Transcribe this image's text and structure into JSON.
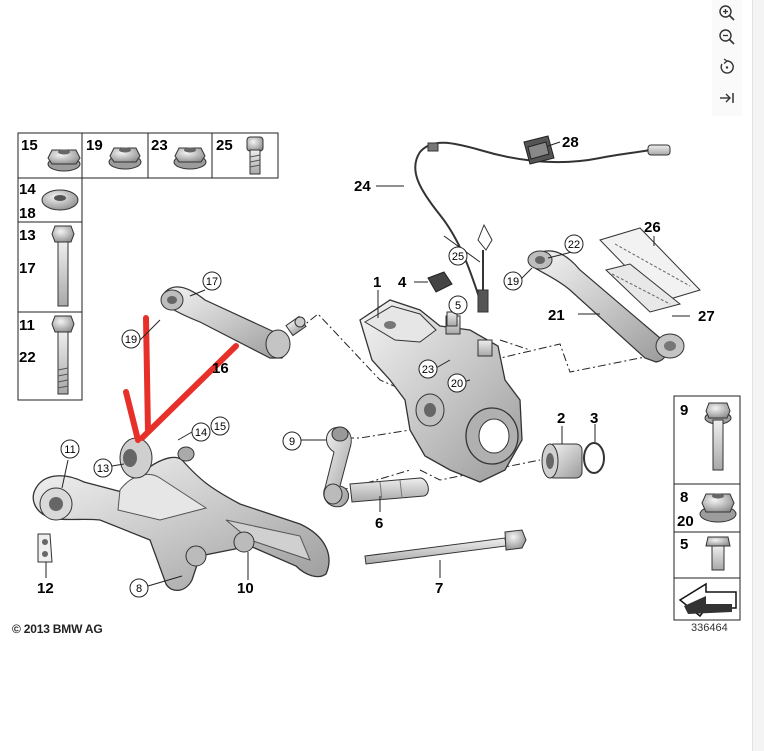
{
  "copyright": "© 2013 BMW AG",
  "diagram_number": "336464",
  "toolbar": {
    "zoom_in_icon": "zoom-in-icon",
    "zoom_out_icon": "zoom-out-icon",
    "rotate_icon": "rotate-icon",
    "expand_icon": "arrow-right-to-bar-icon"
  },
  "colors": {
    "annotation_arrow": "#e8302a",
    "part_fill": "#d8d8d8",
    "line": "#111111"
  },
  "left_table": {
    "row1": [
      "15",
      "19",
      "23",
      "25"
    ],
    "row2": [
      "14",
      "18"
    ],
    "row3": [
      "13",
      "17"
    ],
    "row4": [
      "11",
      "22"
    ]
  },
  "right_table": {
    "cell1": "9",
    "cell2": [
      "8",
      "20"
    ],
    "cell3": "5"
  },
  "callouts": {
    "c1": "1",
    "c2": "2",
    "c3": "3",
    "c4": "4",
    "c5": "5",
    "c6": "6",
    "c7": "7",
    "c8": "8",
    "c9": "9",
    "c10": "10",
    "c11": "11",
    "c12": "12",
    "c13": "13",
    "c14": "14",
    "c15": "15",
    "c16": "16",
    "c17": "17",
    "c19a": "19",
    "c19b": "19",
    "c20": "20",
    "c21": "21",
    "c22": "22",
    "c23": "23",
    "c24": "24",
    "c25": "25",
    "c26": "26",
    "c27": "27",
    "c28": "28"
  }
}
